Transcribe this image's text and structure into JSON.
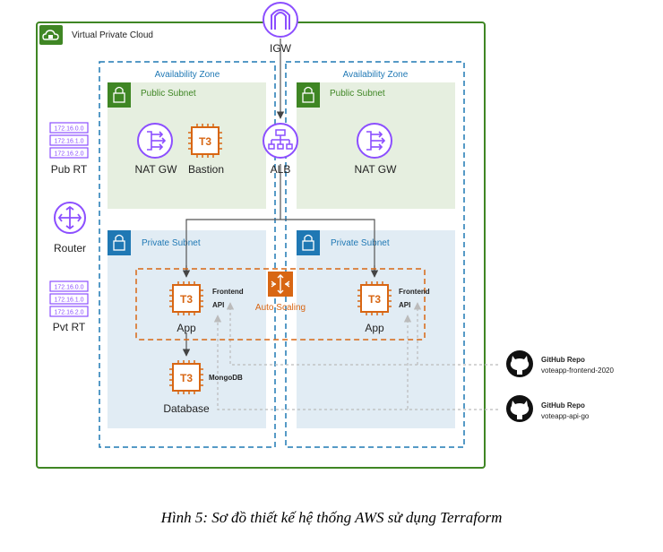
{
  "vpc": {
    "title": "Virtual Private Cloud",
    "color": "#3f8624"
  },
  "igw": {
    "label": "IGW",
    "color": "#8c4fff"
  },
  "zones": [
    {
      "label": "Availability Zone"
    },
    {
      "label": "Availability Zone"
    }
  ],
  "public_subnets": [
    {
      "label": "Public Subnet"
    },
    {
      "label": "Public Subnet"
    }
  ],
  "private_subnets": [
    {
      "label": "Private Subnet"
    },
    {
      "label": "Private Subnet"
    }
  ],
  "pub_rt": {
    "label": "Pub RT",
    "cidrs": [
      "172.16.0.0",
      "172.16.1.0",
      "172.16.2.0"
    ]
  },
  "router": {
    "label": "Router"
  },
  "pvt_rt": {
    "label": "Pvt RT",
    "cidrs": [
      "172.16.0.0",
      "172.16.1.0",
      "172.16.2.0"
    ]
  },
  "nat_gw_1": {
    "label": "NAT GW"
  },
  "bastion": {
    "label": "Bastion",
    "chip": "T3"
  },
  "alb": {
    "label": "ALB"
  },
  "nat_gw_2": {
    "label": "NAT GW"
  },
  "autoscaling": {
    "label": "Auto Scaling",
    "color": "#d86613"
  },
  "app_1": {
    "label": "App",
    "chip": "T3",
    "frontend": "Frontend",
    "api": "API"
  },
  "app_2": {
    "label": "App",
    "chip": "T3",
    "frontend": "Frontend",
    "api": "API"
  },
  "database": {
    "label": "Database",
    "chip": "T3",
    "tag": "MongoDB"
  },
  "repos": [
    {
      "title": "GitHub Repo",
      "name": "voteapp-frontend-2020"
    },
    {
      "title": "GitHub Repo",
      "name": "voteapp-api-go"
    }
  ],
  "caption": "Hình 5: Sơ đồ thiết kế hệ thống AWS sử dụng Terraform"
}
